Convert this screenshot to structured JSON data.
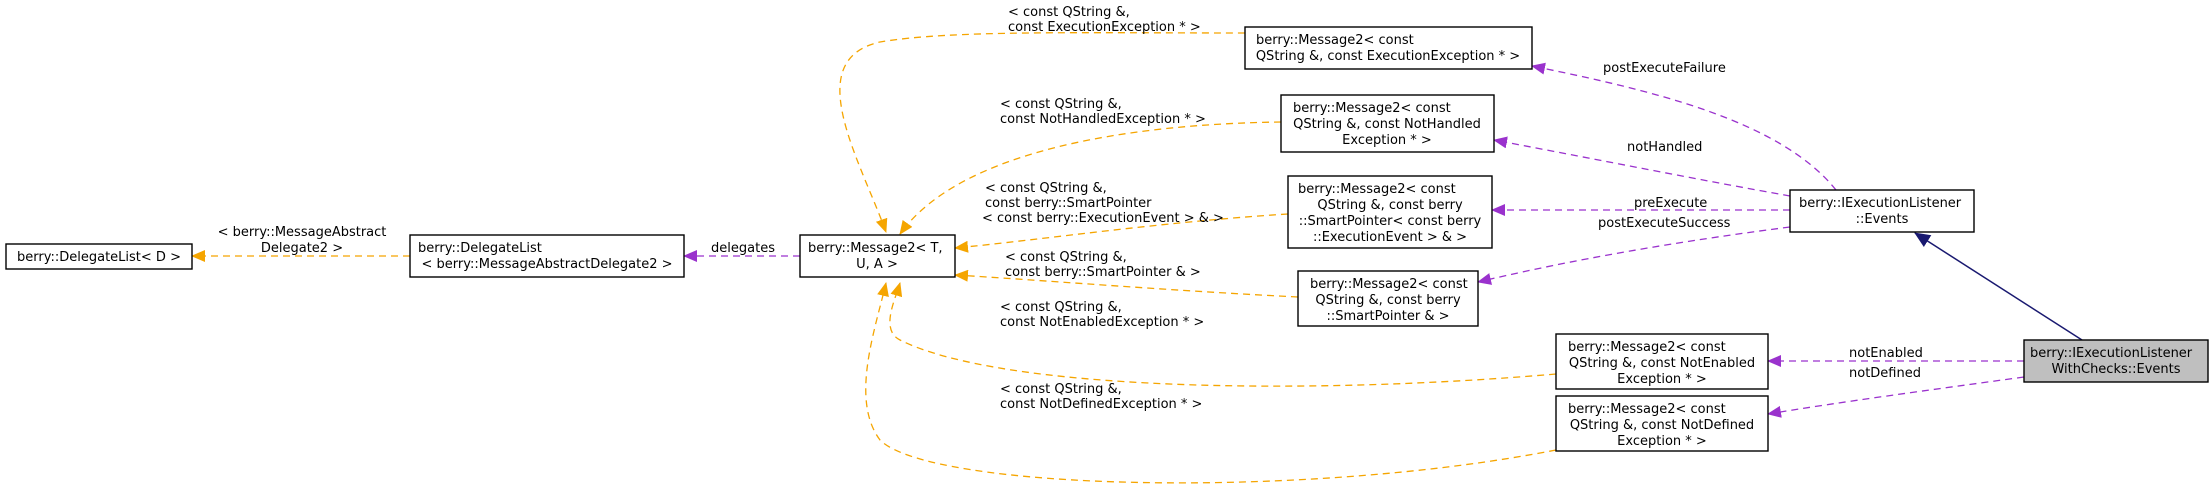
{
  "nodes": {
    "delegate_list_d": {
      "lines": [
        "berry::DelegateList< D >"
      ]
    },
    "delegate_list_mad2": {
      "lines": [
        "berry::DelegateList",
        "< berry::MessageAbstractDelegate2 >"
      ]
    },
    "message2_tua": {
      "lines": [
        "berry::Message2< T,",
        "U, A >"
      ]
    },
    "msg_exec_exc": {
      "lines": [
        "berry::Message2< const",
        "QString &, const ExecutionException * >"
      ]
    },
    "msg_not_handled": {
      "lines": [
        "berry::Message2< const",
        "QString &, const NotHandled",
        "Exception * >"
      ]
    },
    "msg_exec_event": {
      "lines": [
        "berry::Message2< const",
        "QString &, const berry",
        "::SmartPointer< const berry",
        "::ExecutionEvent > & >"
      ]
    },
    "msg_smart_pointer": {
      "lines": [
        "berry::Message2< const",
        "QString &, const berry",
        "::SmartPointer & >"
      ]
    },
    "msg_not_enabled": {
      "lines": [
        "berry::Message2< const",
        "QString &, const NotEnabled",
        "Exception * >"
      ]
    },
    "msg_not_defined": {
      "lines": [
        "berry::Message2< const",
        "QString &, const NotDefined",
        "Exception * >"
      ]
    },
    "iel_events": {
      "lines": [
        "berry::IExecutionListener",
        "::Events"
      ]
    },
    "ielwc_events": {
      "lines": [
        "berry::IExecutionListener",
        "WithChecks::Events"
      ]
    }
  },
  "edge_labels": {
    "delegate_template": [
      "< berry::MessageAbstract",
      "Delegate2 >"
    ],
    "delegates": [
      "delegates"
    ],
    "exec_exc_template": [
      "< const QString &,",
      "const ExecutionException * >"
    ],
    "not_handled_template": [
      "< const QString &,",
      "const NotHandledException * >"
    ],
    "exec_event_template": [
      "< const QString &,",
      "const berry::SmartPointer",
      "< const berry::ExecutionEvent > & >"
    ],
    "smart_pointer_template": [
      "< const QString &,",
      "const berry::SmartPointer & >"
    ],
    "not_enabled_template": [
      "< const QString &,",
      "const NotEnabledException * >"
    ],
    "not_defined_template": [
      "< const QString &,",
      "const NotDefinedException * >"
    ],
    "post_execute_failure": [
      "postExecuteFailure"
    ],
    "not_handled": [
      "notHandled"
    ],
    "pre_execute": [
      "preExecute"
    ],
    "post_execute_success": [
      "postExecuteSuccess"
    ],
    "not_enabled": [
      "notEnabled"
    ],
    "not_defined": [
      "notDefined"
    ]
  },
  "colors": {
    "template_edge": "#f5a500",
    "member_edge": "#9a32cd",
    "inherit_edge": "#191970",
    "highlight_fill": "#bfbfbf"
  }
}
